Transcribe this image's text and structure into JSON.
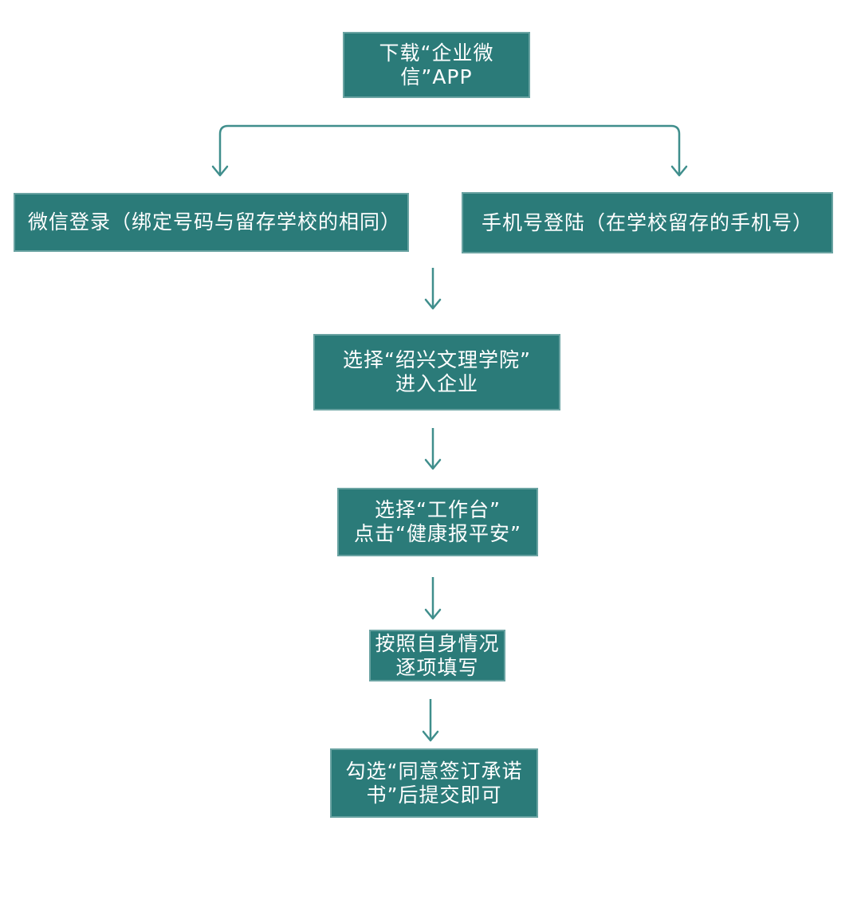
{
  "flowchart": {
    "colors": {
      "box_fill": "#2b7b79",
      "box_border": "#6aa3a2",
      "arrow": "#3f8e8c",
      "text": "#ffffff"
    },
    "nodes": [
      {
        "id": "download-app",
        "lines": [
          "下载“企业微",
          "信”APP"
        ]
      },
      {
        "id": "wechat-login",
        "lines": [
          "微信登录（绑定号码与留存学校的相同）"
        ]
      },
      {
        "id": "phone-login",
        "lines": [
          "手机号登陆（在学校留存的手机号）"
        ]
      },
      {
        "id": "select-school",
        "lines": [
          "选择“绍兴文理学院”",
          "进入企业"
        ]
      },
      {
        "id": "select-workbench",
        "lines": [
          "选择“工作台”",
          "点击“健康报平安”"
        ]
      },
      {
        "id": "fill-in",
        "lines": [
          "按照自身情况",
          "逐项填写"
        ]
      },
      {
        "id": "submit",
        "lines": [
          "勾选“同意签订承诺",
          "书”后提交即可"
        ]
      }
    ]
  }
}
